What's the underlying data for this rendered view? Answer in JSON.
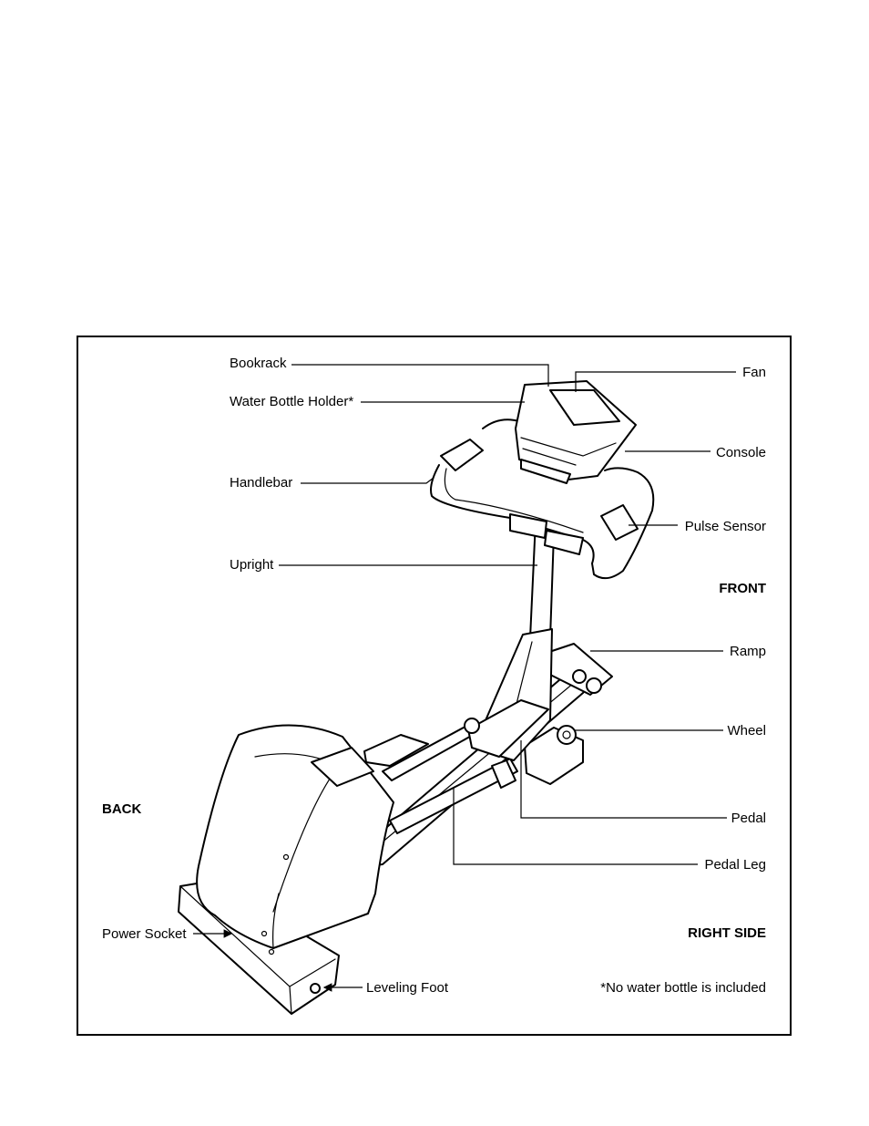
{
  "labels": {
    "bookrack": "Bookrack",
    "water_bottle_holder": "Water Bottle Holder*",
    "handlebar": "Handlebar",
    "upright": "Upright",
    "fan": "Fan",
    "console": "Console",
    "pulse_sensor": "Pulse Sensor",
    "front": "FRONT",
    "ramp": "Ramp",
    "wheel": "Wheel",
    "back": "BACK",
    "pedal": "Pedal",
    "pedal_leg": "Pedal Leg",
    "power_socket": "Power Socket",
    "right_side": "RIGHT SIDE",
    "leveling_foot": "Leveling Foot",
    "note": "*No water bottle is included"
  }
}
